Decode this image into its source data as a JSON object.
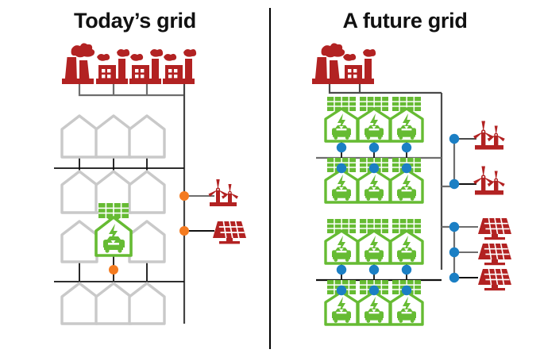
{
  "figure": {
    "type": "diagram",
    "subject": "electric grid architecture comparison",
    "background": "#ffffff"
  },
  "colors": {
    "red": "#b22222",
    "red_dark": "#a01f1f",
    "green": "#66bb33",
    "grey_house": "#c9c9c9",
    "grey_line": "#6e6e6e",
    "black_line": "#111111",
    "orange_node": "#f47b20",
    "blue_node": "#1b7fc4",
    "title_text": "#111111",
    "divider": "#000000"
  },
  "panels": [
    {
      "id": "today",
      "title": "Today’s grid",
      "generation": {
        "label": "central fossil generation",
        "icons": [
          {
            "name": "power-plant-cooling-tower-icon",
            "kind": "cooling-tower",
            "color": "#b22222"
          },
          {
            "name": "power-plant-factory-icon",
            "kind": "factory",
            "color": "#b22222"
          },
          {
            "name": "power-plant-factory-icon",
            "kind": "factory",
            "color": "#b22222"
          },
          {
            "name": "power-plant-factory-icon",
            "kind": "factory",
            "color": "#b22222"
          }
        ],
        "count": 4
      },
      "homes": {
        "label": "residential customers",
        "rows": [
          {
            "row": 1,
            "houses": [
              "grey",
              "grey",
              "grey"
            ]
          },
          {
            "row": 2,
            "houses": [
              "grey",
              "grey",
              "grey"
            ]
          },
          {
            "row": 3,
            "houses": [
              "grey",
              "green-solar-ev",
              "grey"
            ]
          },
          {
            "row": 4,
            "houses": [
              "grey",
              "grey",
              "grey"
            ]
          }
        ],
        "grey_count": 11,
        "green_count": 1
      },
      "renewables": [
        {
          "name": "wind-turbine-icon",
          "kind": "wind-turbines",
          "color": "#b22222",
          "count": 2
        },
        {
          "name": "solar-array-icon",
          "kind": "solar-panel",
          "color": "#b22222",
          "count": 1
        }
      ],
      "nodes": {
        "label": "connection point",
        "color": "#f47b20",
        "count": 3
      }
    },
    {
      "id": "future",
      "title": "A future grid",
      "generation": {
        "label": "reduced central fossil generation",
        "icons": [
          {
            "name": "power-plant-cooling-tower-icon",
            "kind": "cooling-tower",
            "color": "#b22222"
          },
          {
            "name": "power-plant-factory-icon",
            "kind": "factory",
            "color": "#b22222"
          }
        ],
        "count": 2
      },
      "homes": {
        "label": "distributed energy resource homes",
        "rows": [
          {
            "row": 1,
            "houses": [
              "green-solar-ev",
              "green-solar-ev",
              "green-solar-ev"
            ]
          },
          {
            "row": 2,
            "houses": [
              "green-solar-ev",
              "green-solar-ev",
              "green-solar-ev"
            ]
          },
          {
            "row": 3,
            "houses": [
              "green-solar-ev",
              "green-solar-ev",
              "green-solar-ev"
            ]
          },
          {
            "row": 4,
            "houses": [
              "green-solar-ev",
              "green-solar-ev",
              "green-solar-ev"
            ]
          }
        ],
        "grey_count": 0,
        "green_count": 12
      },
      "renewables": [
        {
          "name": "wind-turbine-icon",
          "kind": "wind-turbines",
          "color": "#b22222",
          "count": 2
        },
        {
          "name": "wind-turbine-icon",
          "kind": "wind-turbines",
          "color": "#b22222",
          "count": 2
        },
        {
          "name": "solar-array-icon",
          "kind": "solar-panel",
          "color": "#b22222",
          "count": 1
        },
        {
          "name": "solar-array-icon",
          "kind": "solar-panel",
          "color": "#b22222",
          "count": 1
        },
        {
          "name": "solar-array-icon",
          "kind": "solar-panel",
          "color": "#b22222",
          "count": 1
        }
      ],
      "nodes": {
        "label": "connection point",
        "color": "#1b7fc4",
        "count": 17
      }
    }
  ],
  "icon_legend": {
    "cooling-tower": "power plant with cooling tower and smoke",
    "factory": "factory with two smokestacks and smoke puffs",
    "house-grey": "outlined house without distributed generation",
    "house-green-solar-ev": "house with rooftop solar, lightning bolt and electric vehicle",
    "wind-turbines": "pair of wind turbines on a shared base",
    "solar-array": "tilted photovoltaic panel on a stand",
    "node-orange": "orange grid interconnection dot",
    "node-blue": "blue grid interconnection dot"
  }
}
